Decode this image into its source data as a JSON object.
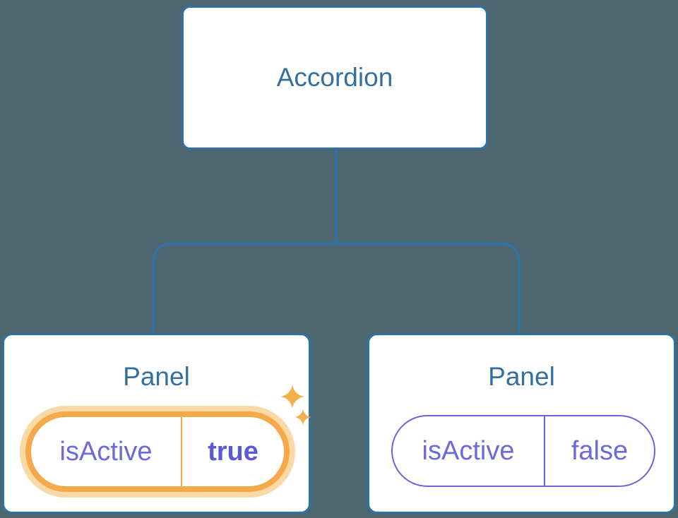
{
  "diagram": {
    "root": {
      "label": "Accordion"
    },
    "panels": [
      {
        "title": "Panel",
        "state_key": "isActive",
        "state_value": "true",
        "highlighted": true,
        "has_sparkles": true
      },
      {
        "title": "Panel",
        "state_key": "isActive",
        "state_value": "false",
        "highlighted": false,
        "has_sparkles": false
      }
    ]
  },
  "icons": {
    "sparkle": "sparkle-icon"
  },
  "colors": {
    "background": "#4C6770",
    "node_fill": "#FFFFFF",
    "node_border": "#2F72A5",
    "connector_line": "#2F72A5",
    "heading_text": "#33709F",
    "state_text": "#6C6ADB",
    "active_value_text": "#5B59D6",
    "highlight_border": "#F5A94A",
    "highlight_glow": "#FAD9A4",
    "highlight_divider": "#F2A644",
    "sparkle": "#F5B04E"
  }
}
